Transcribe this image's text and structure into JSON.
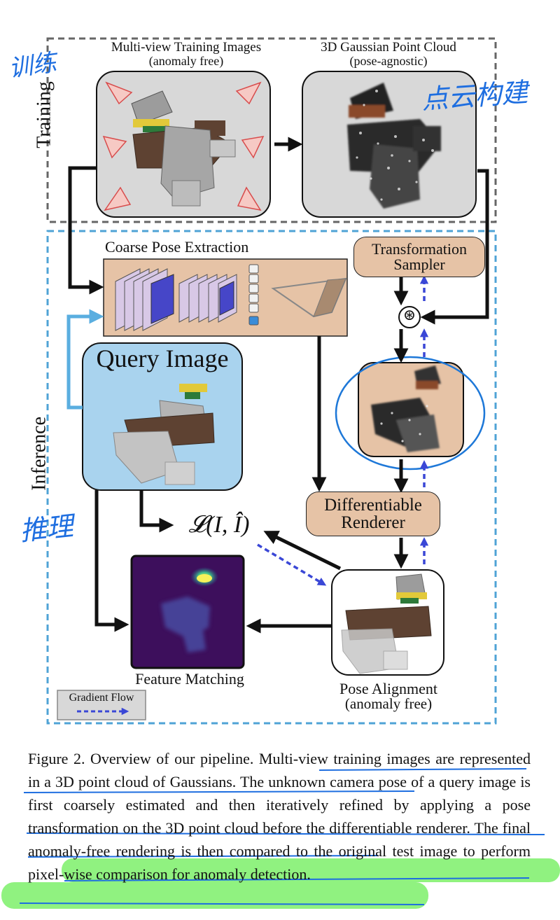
{
  "sections": {
    "training": "Training",
    "inference": "Inference"
  },
  "training_images": {
    "title": "Multi-view Training Images",
    "subtitle": "(anomaly free)"
  },
  "point_cloud": {
    "title": "3D Gaussian Point Cloud",
    "subtitle": "(pose-agnostic)"
  },
  "coarse_pose": {
    "title": "Coarse Pose Extraction"
  },
  "transformation_sampler": {
    "line1": "Transformation",
    "line2": "Sampler"
  },
  "operator_symbol": "⊛",
  "query_image": {
    "title": "Query Image"
  },
  "loss": {
    "label": "𝓛(I, Î)"
  },
  "renderer": {
    "line1": "Differentiable",
    "line2": "Renderer"
  },
  "feature_matching": {
    "title": "Feature Matching"
  },
  "pose_alignment": {
    "title": "Pose Alignment",
    "subtitle": "(anomaly free)"
  },
  "legend": {
    "label": "Gradient Flow"
  },
  "annotations": {
    "training_note": "训练",
    "pointcloud_note": "点云构建",
    "inference_note": "推理"
  },
  "caption": {
    "prefix": "Figure 2.  Overview of our pipeline.  ",
    "part1": "Multi-view training images are represented in a 3D point cloud of Gaussians.",
    "part2": " The unknown camera pose of a query image is first coarsely estimated and then ",
    "part3": "iteratively refined by applying a pose transformation on the 3D point cloud before the differentiable renderer.",
    "part4": " The final anomaly-free ",
    "part5": "rendering is then compared to the original test image to perform pixel-wise comparison for anomaly detection."
  },
  "colors": {
    "training_border": "#666666",
    "inference_border": "#4fa3d6",
    "tan": "#e6c3a6",
    "query_bg": "#a9d3ee",
    "gradient_arrow": "#3a47d6",
    "light_blue_arrow": "#5aaee0",
    "handwriting": "#1e6ee0",
    "highlight": "#7cf06a",
    "heatmap_bg": "#3d0f5c"
  }
}
